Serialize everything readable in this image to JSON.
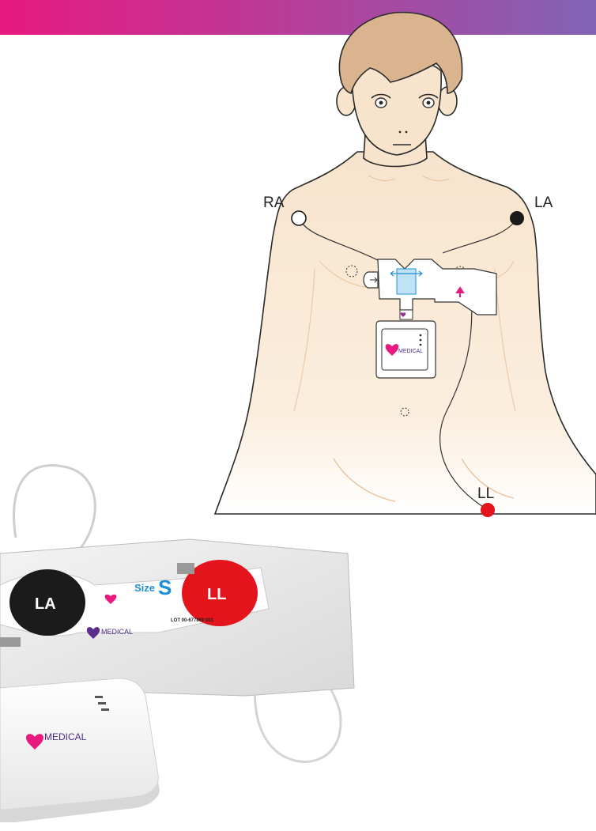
{
  "banner": {
    "gradient_start": "#e8197f",
    "gradient_end": "#8263b4"
  },
  "colors": {
    "skin": "#f8e4cd",
    "hair": "#d9b48f",
    "ra_electrode": "#ffffff",
    "la_electrode": "#1a1a1a",
    "ll_electrode": "#e3141c",
    "accent_pink": "#e8197f",
    "accent_blue": "#1e8fd6"
  },
  "leads": {
    "ra": "RA",
    "la": "LA",
    "ll": "LL"
  },
  "device_diagram": {
    "brand": "MEDICAL"
  },
  "photo": {
    "pad_la": "LA",
    "pad_ll": "LL",
    "size_word": "Size",
    "size_letter": "S",
    "pad_brand": "MEDICAL",
    "lot_text": "LOT 00-677869 001",
    "device_brand": "MEDICAL"
  },
  "icons": [
    "heart-logo-icon",
    "arrow-up-icon",
    "arrow-left-icon",
    "double-arrow-icon"
  ]
}
